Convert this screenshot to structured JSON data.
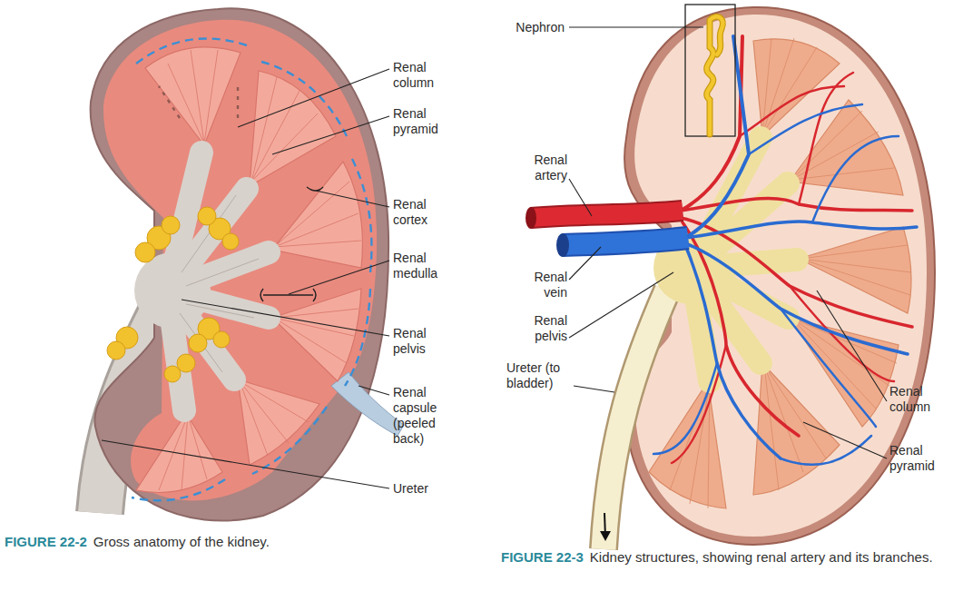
{
  "diagram": {
    "labels": [
      "Renal column",
      "Renal pyramid",
      "Renal cortex",
      "Renal medulla",
      "Renal pelvis",
      "Renal capsule (peeled back)",
      "Ureter",
      "FIGURE 22-2",
      "Gross anatomy of the kidney.",
      "Nephron",
      "Renal artery",
      "Renal vein",
      "Renal pelvis",
      "Ureter (to bladder)",
      "Renal column",
      "Renal pyramid",
      "FIGURE 22-3",
      "Kidney structures, showing renal artery and its branches."
    ]
  }
}
